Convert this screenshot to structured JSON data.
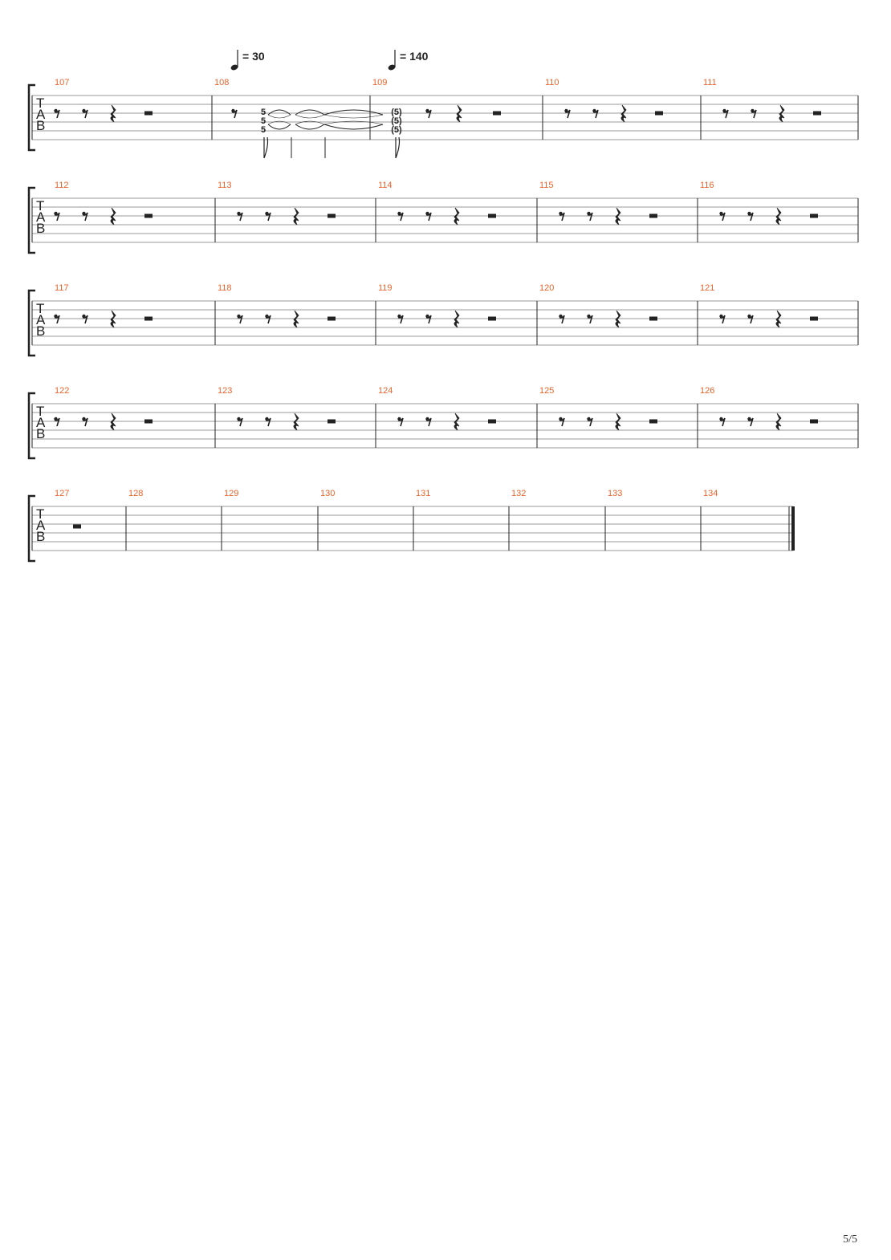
{
  "page": {
    "number": "5/5"
  },
  "tempo_marks": [
    {
      "bpm_text": "= 30",
      "at_measure": 108
    },
    {
      "bpm_text": "= 140",
      "at_measure": 109
    }
  ],
  "clef": {
    "letters": [
      "T",
      "A",
      "B"
    ]
  },
  "colors": {
    "measure_number": "#e8632b",
    "staff_line": "#9a9a9a",
    "ink": "#222222"
  },
  "systems": [
    {
      "measures": [
        {
          "number": "107",
          "content": "rests"
        },
        {
          "number": "108",
          "content": "harmonics",
          "frets": [
            "5",
            "5",
            "5"
          ]
        },
        {
          "number": "109",
          "content": "tied_rests",
          "tied_frets": [
            "(5)",
            "(5)",
            "(5)"
          ]
        },
        {
          "number": "110",
          "content": "rests"
        },
        {
          "number": "111",
          "content": "rests"
        }
      ]
    },
    {
      "measures": [
        {
          "number": "112",
          "content": "rests"
        },
        {
          "number": "113",
          "content": "rests"
        },
        {
          "number": "114",
          "content": "rests"
        },
        {
          "number": "115",
          "content": "rests"
        },
        {
          "number": "116",
          "content": "rests"
        }
      ]
    },
    {
      "measures": [
        {
          "number": "117",
          "content": "rests"
        },
        {
          "number": "118",
          "content": "rests"
        },
        {
          "number": "119",
          "content": "rests"
        },
        {
          "number": "120",
          "content": "rests"
        },
        {
          "number": "121",
          "content": "rests"
        }
      ]
    },
    {
      "measures": [
        {
          "number": "122",
          "content": "rests"
        },
        {
          "number": "123",
          "content": "rests"
        },
        {
          "number": "124",
          "content": "rests"
        },
        {
          "number": "125",
          "content": "rests"
        },
        {
          "number": "126",
          "content": "rests"
        }
      ]
    },
    {
      "measures": [
        {
          "number": "127",
          "content": "half_rest"
        },
        {
          "number": "128",
          "content": "empty"
        },
        {
          "number": "129",
          "content": "empty"
        },
        {
          "number": "130",
          "content": "empty"
        },
        {
          "number": "131",
          "content": "empty"
        },
        {
          "number": "132",
          "content": "empty"
        },
        {
          "number": "133",
          "content": "empty"
        },
        {
          "number": "134",
          "content": "empty",
          "final_barline": true
        }
      ]
    }
  ]
}
